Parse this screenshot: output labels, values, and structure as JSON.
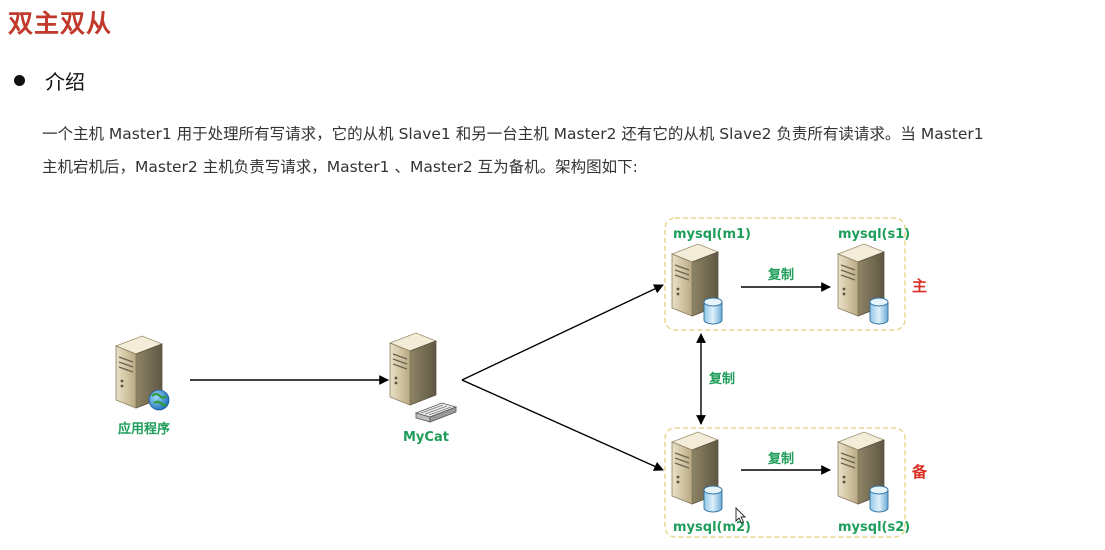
{
  "heading": "双主双从",
  "bullet": "介绍",
  "paragraph": {
    "line1": "一个主机 Master1 用于处理所有写请求，它的从机 Slave1 和另一台主机 Master2 还有它的从机 Slave2 负责所有读请求。当 Master1",
    "line2": "主机宕机后，Master2 主机负责写请求，Master1 、Master2 互为备机。架构图如下:"
  },
  "diagram": {
    "app_label": "应用程序",
    "mycat_label": "MyCat",
    "m1_label": "mysql(m1)",
    "s1_label": "mysql(s1)",
    "m2_label": "mysql(m2)",
    "s2_label": "mysql(s2)",
    "replicate_top": "复制",
    "replicate_middle": "复制",
    "replicate_bottom": "复制",
    "primary_label": "主",
    "backup_label": "备"
  },
  "colors": {
    "heading": "#c0392b",
    "label_green": "#1e9e5a",
    "label_red": "#d93025",
    "group_border": "#e8d890"
  }
}
